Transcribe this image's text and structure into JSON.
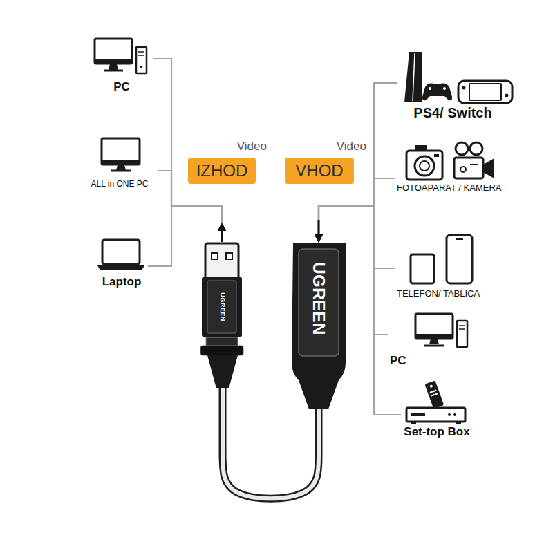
{
  "diagram": {
    "nodes": [
      {
        "text": [
          "PC"
        ]
      },
      {
        "text": [
          "ALL in ONE PC"
        ]
      },
      {
        "text": [
          "Laptop"
        ]
      },
      {
        "text": [
          "Video",
          "IZHOD"
        ]
      },
      {
        "text": [
          "Video",
          "VHOD"
        ]
      },
      {
        "text": [
          "UGREEN"
        ]
      },
      {
        "text": [
          "UGREEN"
        ]
      },
      {
        "text": [
          "PS4/ Switch"
        ]
      },
      {
        "text": [
          "FOTOAPARAT / KAMERA"
        ]
      },
      {
        "text": [
          "TELEFON/ TABLICA"
        ]
      },
      {
        "text": [
          "PC"
        ]
      },
      {
        "text": [
          "Set-top Box"
        ]
      }
    ],
    "edges": [
      {
        "from": 5,
        "to": 0,
        "arrow": "to"
      },
      {
        "from": 5,
        "to": 1,
        "arrow": "to"
      },
      {
        "from": 5,
        "to": 2,
        "arrow": "to"
      },
      {
        "from": 7,
        "to": 6,
        "arrow": "to"
      },
      {
        "from": 8,
        "to": 6,
        "arrow": "to"
      },
      {
        "from": 9,
        "to": 6,
        "arrow": "to"
      },
      {
        "from": 10,
        "to": 6,
        "arrow": "to"
      },
      {
        "from": 11,
        "to": 6,
        "arrow": "to"
      },
      {
        "from": 5,
        "to": 6,
        "arrow": "none"
      }
    ]
  }
}
